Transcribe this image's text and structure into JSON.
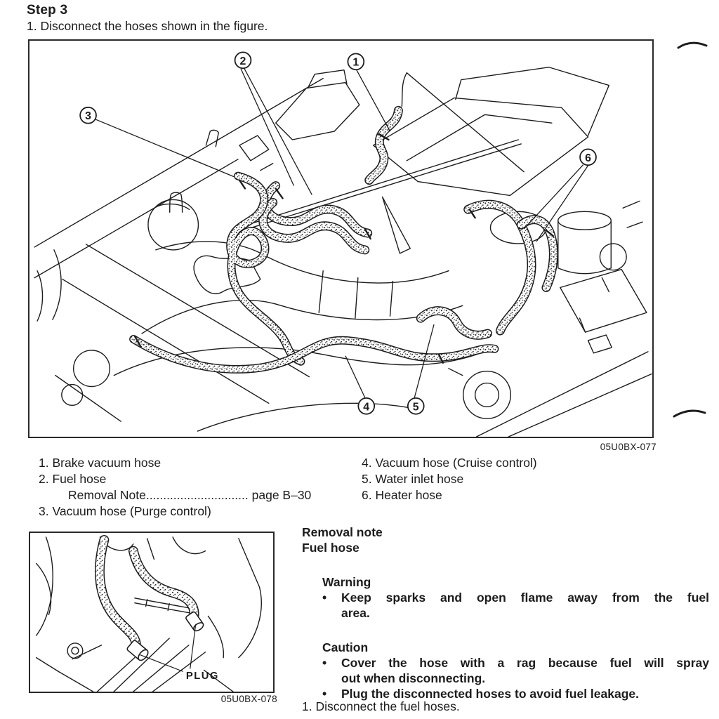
{
  "header": {
    "step_title": "Step 3",
    "instruction": "1. Disconnect the hoses shown in the figure."
  },
  "main_figure": {
    "caption": "05U0BX-077",
    "callouts": {
      "c1": "1",
      "c2": "2",
      "c3": "3",
      "c4": "4",
      "c5": "5",
      "c6": "6"
    }
  },
  "legend": {
    "items_left": [
      {
        "text": "1. Brake vacuum hose"
      },
      {
        "text": "2. Fuel hose"
      },
      {
        "note_label": "Removal Note",
        "note_dots": "..............................",
        "note_ref": " page B–30"
      },
      {
        "text": "3. Vacuum hose (Purge control)"
      }
    ],
    "items_right": [
      {
        "text": "4. Vacuum hose (Cruise control)"
      },
      {
        "text": "5. Water inlet hose"
      },
      {
        "text": "6. Heater hose"
      }
    ]
  },
  "small_figure": {
    "caption": "05U0BX-078",
    "plug_label": "PLUG"
  },
  "removal_note": {
    "title": "Removal note",
    "subtitle": "Fuel hose",
    "warning": {
      "title": "Warning",
      "item1_line1": "Keep sparks and open flame away from the fuel",
      "item1_line2": "area."
    },
    "caution": {
      "title": "Caution",
      "item1_line1": "Cover the hose with a rag because fuel will spray",
      "item1_line2": "out when disconnecting.",
      "item2_line1": "Plug the disconnected hoses to avoid fuel leakage."
    }
  },
  "footer": {
    "instruction": "1. Disconnect the fuel hoses."
  }
}
